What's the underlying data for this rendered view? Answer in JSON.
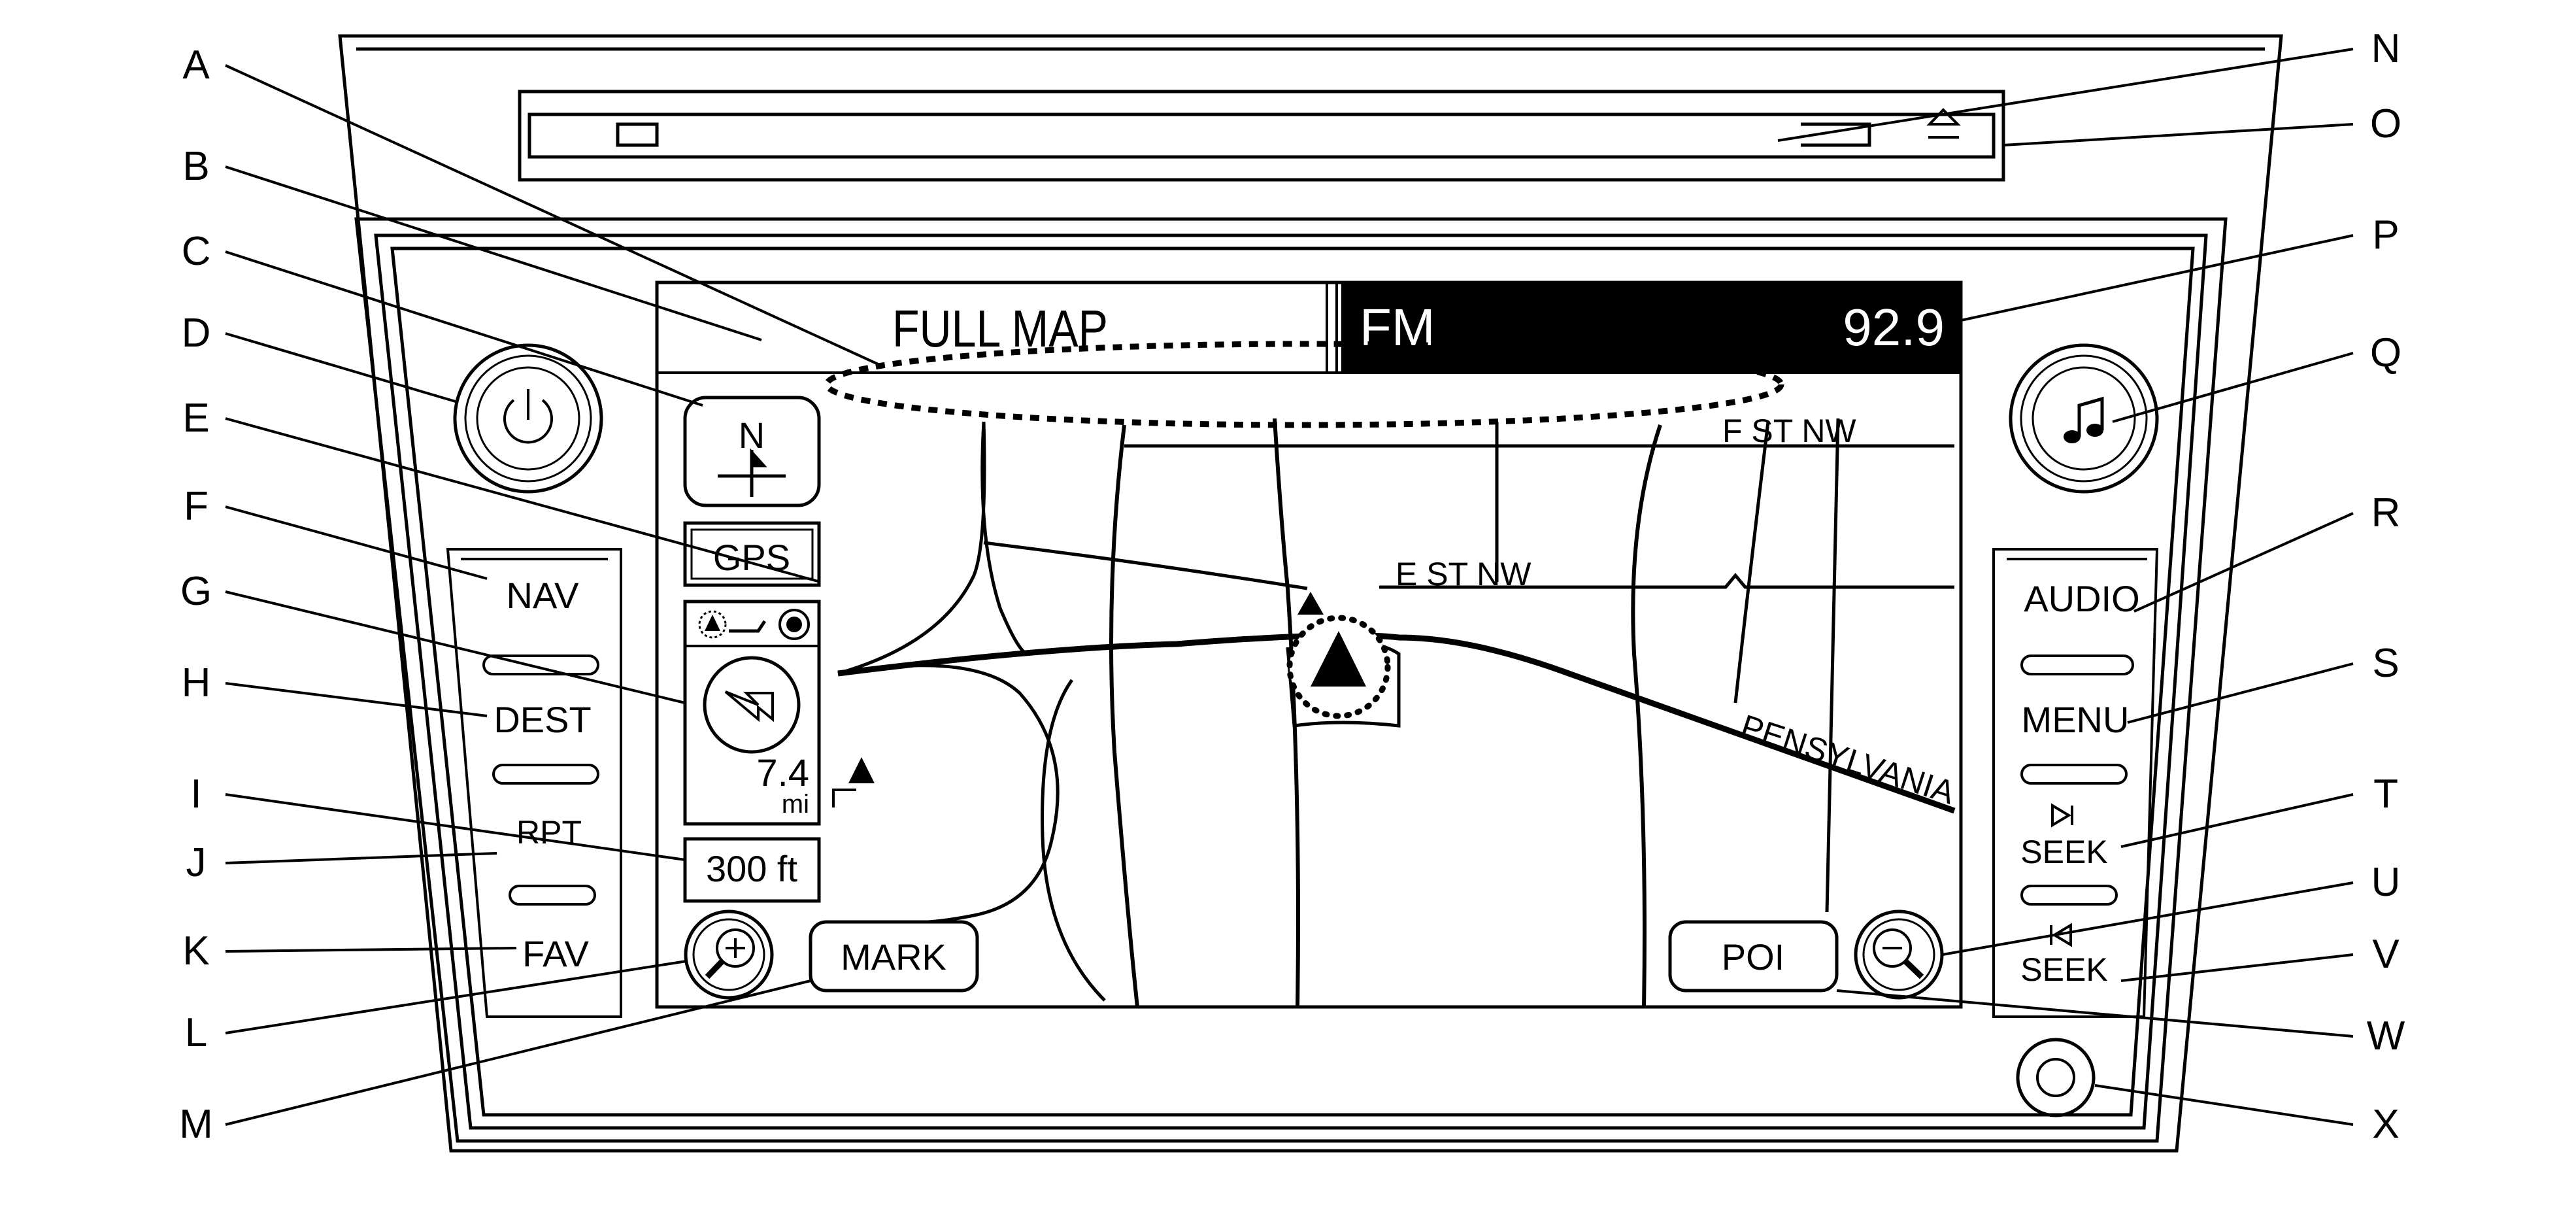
{
  "callouts": [
    "A",
    "B",
    "C",
    "D",
    "E",
    "F",
    "G",
    "H",
    "I",
    "J",
    "K",
    "L",
    "M",
    "N",
    "O",
    "P",
    "Q",
    "R",
    "S",
    "T",
    "U",
    "V",
    "W",
    "X"
  ],
  "screen": {
    "view_title": "FULL MAP",
    "band": "FM",
    "frequency": "92.9",
    "compass_letter": "N",
    "gps_label": "GPS",
    "turn_distance": "7.4",
    "turn_distance_unit": "mi",
    "scale": "300 ft",
    "mark_button": "MARK",
    "poi_button": "POI"
  },
  "streets": {
    "f_st": "F ST NW",
    "e_st": "E ST NW",
    "pennsylvania": "PENSYLVANIA"
  },
  "left_buttons": {
    "nav": "NAV",
    "dest": "DEST",
    "rpt": "RPT",
    "fav": "FAV"
  },
  "right_buttons": {
    "audio": "AUDIO",
    "menu": "MENU",
    "seek_next": "SEEK",
    "seek_prev": "SEEK"
  },
  "icons": {
    "power": "power-icon",
    "music": "music-note-icon",
    "eject": "eject-icon",
    "zoom_in": "zoom-in-icon",
    "zoom_out": "zoom-out-icon",
    "north_arrow": "north-arrow-icon",
    "turn_arrow": "turn-arrow-icon",
    "vehicle": "vehicle-position-icon"
  }
}
